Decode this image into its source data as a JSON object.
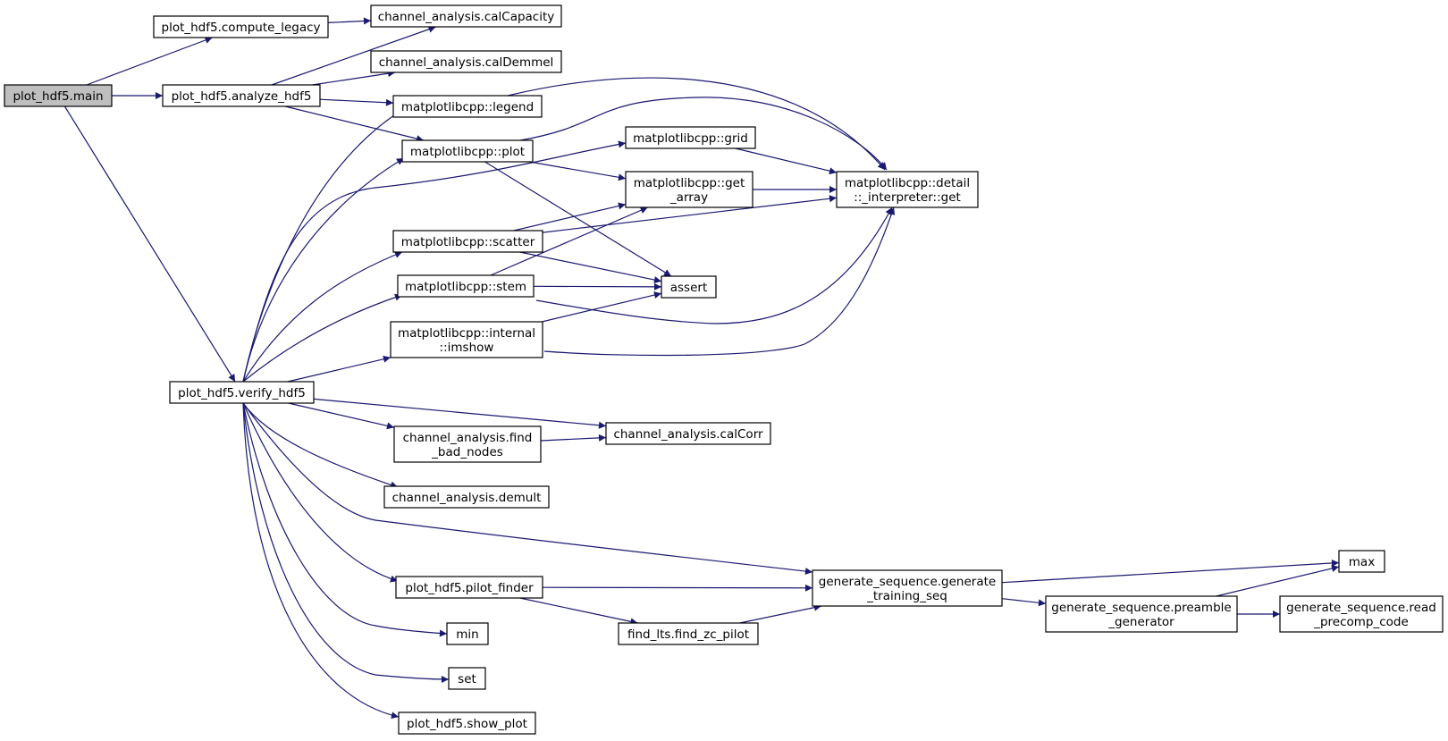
{
  "colors": {
    "edge": "#191970",
    "root_fill": "#bfbfbf",
    "node_fill": "#ffffff",
    "node_border": "#000000"
  },
  "nodes": [
    {
      "id": "main",
      "lines": [
        "plot_hdf5.main"
      ],
      "root": true
    },
    {
      "id": "compute_legacy",
      "lines": [
        "plot_hdf5.compute_legacy"
      ]
    },
    {
      "id": "analyze_hdf5",
      "lines": [
        "plot_hdf5.analyze_hdf5"
      ]
    },
    {
      "id": "verify_hdf5",
      "lines": [
        "plot_hdf5.verify_hdf5"
      ]
    },
    {
      "id": "calCapacity",
      "lines": [
        "channel_analysis.calCapacity"
      ]
    },
    {
      "id": "calDemmel",
      "lines": [
        "channel_analysis.calDemmel"
      ]
    },
    {
      "id": "legend",
      "lines": [
        "matplotlibcpp::legend"
      ]
    },
    {
      "id": "plot",
      "lines": [
        "matplotlibcpp::plot"
      ]
    },
    {
      "id": "grid",
      "lines": [
        "matplotlibcpp::grid"
      ]
    },
    {
      "id": "get_array",
      "lines": [
        "matplotlibcpp::get",
        "_array"
      ]
    },
    {
      "id": "interp_get",
      "lines": [
        "matplotlibcpp::detail",
        "::_interpreter::get"
      ]
    },
    {
      "id": "scatter",
      "lines": [
        "matplotlibcpp::scatter"
      ]
    },
    {
      "id": "stem",
      "lines": [
        "matplotlibcpp::stem"
      ]
    },
    {
      "id": "assert",
      "lines": [
        "assert"
      ]
    },
    {
      "id": "imshow",
      "lines": [
        "matplotlibcpp::internal",
        "::imshow"
      ]
    },
    {
      "id": "find_bad_nodes",
      "lines": [
        "channel_analysis.find",
        "_bad_nodes"
      ]
    },
    {
      "id": "calCorr",
      "lines": [
        "channel_analysis.calCorr"
      ]
    },
    {
      "id": "demult",
      "lines": [
        "channel_analysis.demult"
      ]
    },
    {
      "id": "gen_training",
      "lines": [
        "generate_sequence.generate",
        "_training_seq"
      ]
    },
    {
      "id": "pilot_finder",
      "lines": [
        "plot_hdf5.pilot_finder"
      ]
    },
    {
      "id": "find_zc_pilot",
      "lines": [
        "find_lts.find_zc_pilot"
      ]
    },
    {
      "id": "min",
      "lines": [
        "min"
      ]
    },
    {
      "id": "set",
      "lines": [
        "set"
      ]
    },
    {
      "id": "show_plot",
      "lines": [
        "plot_hdf5.show_plot"
      ]
    },
    {
      "id": "max",
      "lines": [
        "max"
      ]
    },
    {
      "id": "preamble_gen",
      "lines": [
        "generate_sequence.preamble",
        "_generator"
      ]
    },
    {
      "id": "read_precomp",
      "lines": [
        "generate_sequence.read",
        "_precomp_code"
      ]
    }
  ],
  "edges": [
    [
      "main",
      "compute_legacy"
    ],
    [
      "main",
      "analyze_hdf5"
    ],
    [
      "main",
      "verify_hdf5"
    ],
    [
      "compute_legacy",
      "calCapacity"
    ],
    [
      "analyze_hdf5",
      "calCapacity"
    ],
    [
      "analyze_hdf5",
      "calDemmel"
    ],
    [
      "analyze_hdf5",
      "legend"
    ],
    [
      "analyze_hdf5",
      "plot"
    ],
    [
      "legend",
      "interp_get"
    ],
    [
      "plot",
      "interp_get"
    ],
    [
      "plot",
      "get_array"
    ],
    [
      "plot",
      "assert"
    ],
    [
      "grid",
      "interp_get"
    ],
    [
      "get_array",
      "interp_get"
    ],
    [
      "scatter",
      "get_array"
    ],
    [
      "scatter",
      "interp_get"
    ],
    [
      "scatter",
      "assert"
    ],
    [
      "stem",
      "get_array"
    ],
    [
      "stem",
      "assert"
    ],
    [
      "stem",
      "interp_get"
    ],
    [
      "imshow",
      "assert"
    ],
    [
      "imshow",
      "interp_get"
    ],
    [
      "verify_hdf5",
      "legend"
    ],
    [
      "verify_hdf5",
      "plot"
    ],
    [
      "verify_hdf5",
      "grid"
    ],
    [
      "verify_hdf5",
      "scatter"
    ],
    [
      "verify_hdf5",
      "stem"
    ],
    [
      "verify_hdf5",
      "imshow"
    ],
    [
      "verify_hdf5",
      "calCorr"
    ],
    [
      "verify_hdf5",
      "find_bad_nodes"
    ],
    [
      "verify_hdf5",
      "demult"
    ],
    [
      "verify_hdf5",
      "gen_training"
    ],
    [
      "verify_hdf5",
      "pilot_finder"
    ],
    [
      "verify_hdf5",
      "min"
    ],
    [
      "verify_hdf5",
      "set"
    ],
    [
      "verify_hdf5",
      "show_plot"
    ],
    [
      "find_bad_nodes",
      "calCorr"
    ],
    [
      "pilot_finder",
      "gen_training"
    ],
    [
      "pilot_finder",
      "find_zc_pilot"
    ],
    [
      "find_zc_pilot",
      "gen_training"
    ],
    [
      "gen_training",
      "max"
    ],
    [
      "gen_training",
      "preamble_gen"
    ],
    [
      "preamble_gen",
      "max"
    ],
    [
      "preamble_gen",
      "read_precomp"
    ]
  ]
}
